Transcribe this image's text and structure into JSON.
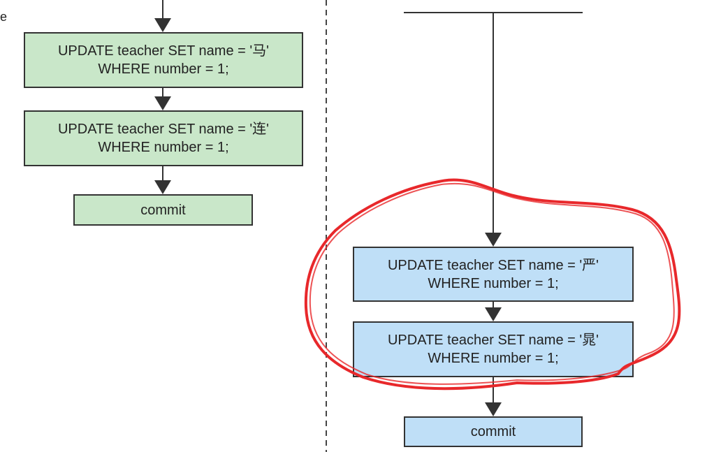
{
  "left_lane": {
    "edge_fragment": "e",
    "color": "#c9e7c9",
    "steps": [
      {
        "line1": "UPDATE teacher  SET name = '马'",
        "line2": "WHERE number = 1;"
      },
      {
        "line1": "UPDATE teacher  SET name = '连'",
        "line2": "WHERE number = 1;"
      }
    ],
    "commit": "commit"
  },
  "right_lane": {
    "color": "#bfdff7",
    "steps": [
      {
        "line1": "UPDATE teacher  SET name = '严'",
        "line2": "WHERE number = 1;"
      },
      {
        "line1": "UPDATE teacher  SET name = '晁'",
        "line2": "WHERE number = 1;"
      }
    ],
    "commit": "commit"
  },
  "annotation": {
    "shape": "hand-drawn ellipse",
    "color": "#e8282b",
    "encircles": [
      "right_lane.steps.0",
      "right_lane.steps.1"
    ]
  }
}
